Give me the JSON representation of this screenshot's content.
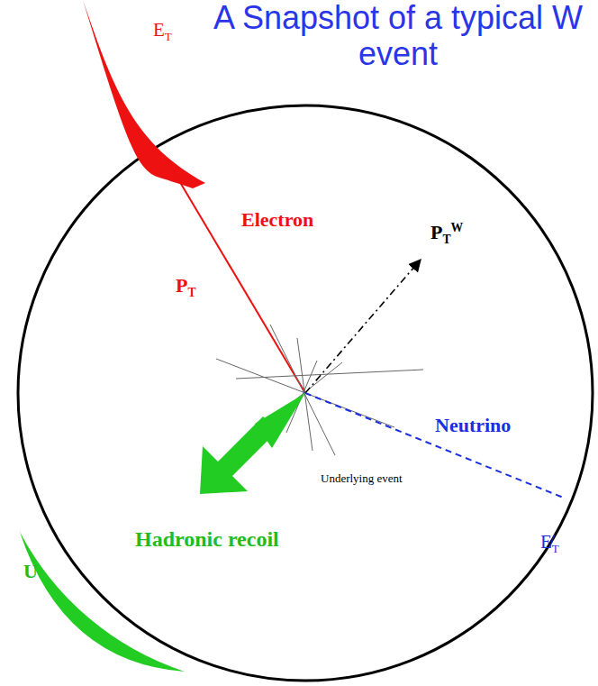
{
  "diagram": {
    "title": "A Snapshot of a typical W event",
    "labels": [
      "ET",
      "Electron",
      "PT",
      "PTW",
      "Neutrino",
      "Underlying event",
      "Hadronic recoil",
      "U",
      "E̸T"
    ]
  }
}
